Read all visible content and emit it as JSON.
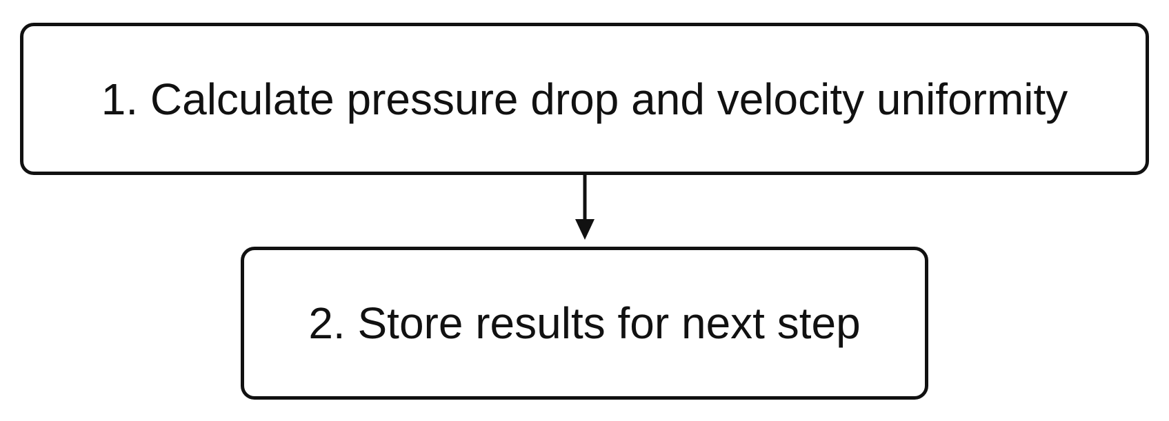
{
  "diagram": {
    "steps": [
      {
        "label": "1. Calculate pressure drop and velocity uniformity"
      },
      {
        "label": "2. Store results for next step"
      }
    ],
    "connectors": [
      {
        "from": 0,
        "to": 1,
        "direction": "down"
      }
    ],
    "colors": {
      "stroke": "#111111",
      "text": "#111111",
      "background": "#ffffff"
    }
  }
}
